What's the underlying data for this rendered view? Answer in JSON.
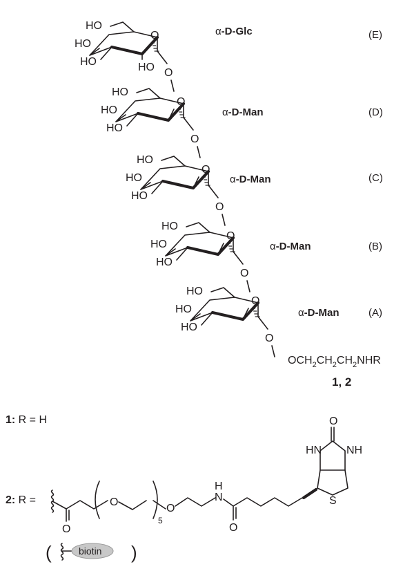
{
  "units": [
    {
      "residue": "-D-Glc",
      "greek": "α",
      "tag": "(E)",
      "glc": true,
      "hydroxyls": [
        "HO",
        "HO",
        "HO",
        "HO"
      ]
    },
    {
      "residue": "-D-Man",
      "greek": "α",
      "tag": "(D)",
      "glc": false,
      "hydroxyls": [
        "HO",
        "HO",
        "HO"
      ]
    },
    {
      "residue": "-D-Man",
      "greek": "α",
      "tag": "(C)",
      "glc": false,
      "hydroxyls": [
        "HO",
        "HO",
        "HO"
      ]
    },
    {
      "residue": "-D-Man",
      "greek": "α",
      "tag": "(B)",
      "glc": false,
      "hydroxyls": [
        "HO",
        "HO",
        "HO"
      ]
    },
    {
      "residue": "-D-Man",
      "greek": "α",
      "tag": "(A)",
      "glc": false,
      "hydroxyls": [
        "HO",
        "HO",
        "HO"
      ]
    }
  ],
  "ring_oxygen": "O",
  "linkage_oxygen": "O",
  "aglycone": {
    "prefix": "OCH",
    "sub": "2",
    "mid1": "CH",
    "mid2": "CH",
    "suffix": "NHR"
  },
  "compound_label": {
    "a": "1",
    "sep": ", ",
    "b": "2"
  },
  "r_h": {
    "num": "1:",
    "text": " R = H"
  },
  "r_biotin": {
    "num": "2:",
    "text": " R =",
    "repeat": "5",
    "atoms": {
      "O": "O",
      "N": "N",
      "H": "H",
      "S": "S",
      "HN": "HN",
      "NH": "NH"
    }
  },
  "biotin_legend": {
    "open": "(",
    "close": ")",
    "pill": "biotin"
  },
  "colors": {
    "ink": "#231f20",
    "pill_fill": "#c8c8c8",
    "background": "#ffffff"
  }
}
